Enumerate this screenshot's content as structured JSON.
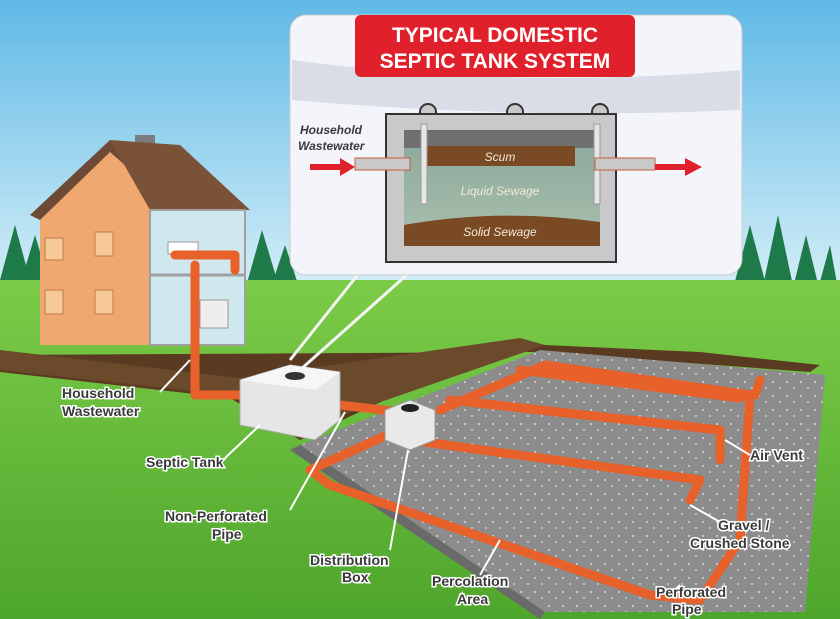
{
  "title": {
    "line1": "TYPICAL DOMESTIC",
    "line2": "SEPTIC TANK SYSTEM"
  },
  "inset": {
    "inlet_label_line1": "Household",
    "inlet_label_line2": "Wastewater",
    "layers": {
      "top": "Scum",
      "middle": "Liquid Sewage",
      "bottom": "Solid Sewage"
    }
  },
  "labels": {
    "household_line1": "Household",
    "household_line2": "Wastewater",
    "septic_tank": "Septic Tank",
    "non_perforated_line1": "Non-Perforated",
    "non_perforated_line2": "Pipe",
    "distribution_line1": "Distribution",
    "distribution_line2": "Box",
    "percolation_line1": "Percolation",
    "percolation_line2": "Area",
    "perforated_line1": "Perforated",
    "perforated_line2": "Pipe",
    "gravel_line1": "Gravel /",
    "gravel_line2": "Crushed Stone",
    "air_vent": "Air Vent"
  },
  "colors": {
    "title_banner": "#e0202a",
    "pipe": "#e8602a",
    "grass": "#6cc040",
    "sky": "#8fd0ee"
  }
}
